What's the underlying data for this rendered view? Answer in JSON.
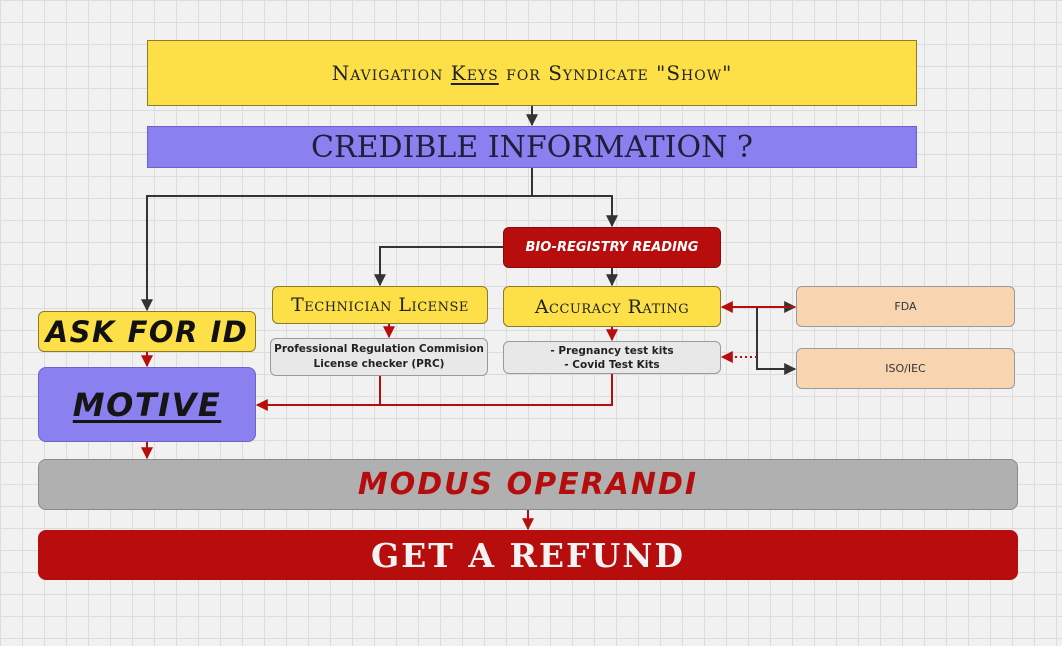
{
  "title": {
    "prefix": "Navigation ",
    "underlined": "Keys",
    "suffix": " for Syndicate \"Show\""
  },
  "nodes": {
    "credible": "CREDIBLE INFORMATION ?",
    "bio_registry": "BIO-REGISTRY READING",
    "technician_license": "Technician License",
    "accuracy_rating": "Accuracy Rating",
    "prc_line1": "Professional Regulation Commision",
    "prc_line2": "License checker (PRC)",
    "kits_line1": "- Pregnancy test kits",
    "kits_line2": "- Covid Test Kits",
    "fda": "FDA",
    "iso": "ISO/IEC",
    "ask_for_id": "ASK FOR ID",
    "motive": "MOTIVE",
    "modus_operandi": "MODUS OPERANDI",
    "get_refund": "GET A REFUND"
  },
  "colors": {
    "yellow": "#fde047",
    "purple": "#8b80f0",
    "red": "#b80d0d",
    "peach": "#f8d5b0",
    "gray": "#b0b0b0",
    "connector_dark": "#333333",
    "connector_red": "#b80d0d"
  }
}
